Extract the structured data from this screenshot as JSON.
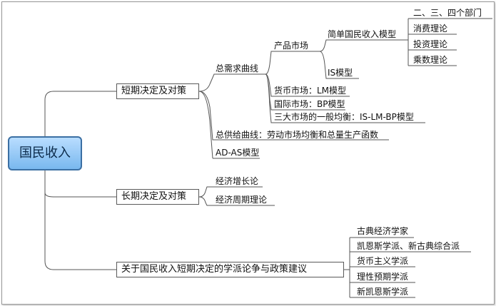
{
  "root": "国民收入",
  "branches": [
    {
      "label": "短期决定及对策",
      "children": [
        {
          "label": "总需求曲线",
          "children": [
            {
              "label": "产品市场",
              "children": [
                {
                  "label": "简单国民收入模型",
                  "children": [
                    "二、三、四个部门",
                    "消费理论",
                    "投资理论",
                    "乘数理论"
                  ]
                },
                {
                  "label": "IS模型"
                }
              ]
            },
            {
              "label": "货币市场：LM模型"
            },
            {
              "label": "国际市场：BP模型"
            },
            {
              "label": "三大市场的一般均衡：IS-LM-BP模型"
            }
          ]
        },
        {
          "label": "总供给曲线：劳动市场均衡和总量生产函数"
        },
        {
          "label": "AD-AS模型"
        }
      ]
    },
    {
      "label": "长期决定及对策",
      "children": [
        "经济增长论",
        "经济周期理论"
      ]
    },
    {
      "label": "关于国民收入短期决定的学派论争与政策建议",
      "children": [
        "古典经济学家",
        "凯恩斯学派、新古典综合派",
        "货币主义学派",
        "理性预期学派",
        "新凯恩斯学派"
      ]
    }
  ]
}
